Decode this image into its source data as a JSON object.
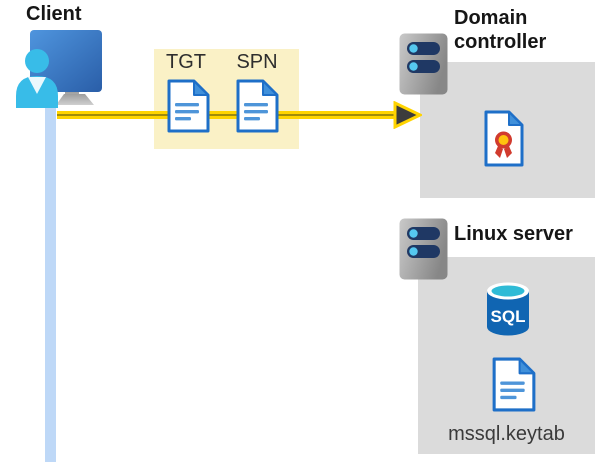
{
  "client": {
    "label": "Client"
  },
  "tickets": {
    "tgt": "TGT",
    "spn": "SPN"
  },
  "domain_controller": {
    "label": "Domain controller"
  },
  "linux_server": {
    "label": "Linux server",
    "sql_badge": "SQL",
    "keytab_filename": "mssql.keytab"
  },
  "colors": {
    "arrow_yellow": "#FFD400",
    "arrow_core": "#A08C0A",
    "ticket_box_bg": "#FAF1C6",
    "panel_gray": "#DBDBDB",
    "document_blue": "#1E6FC8",
    "document_fold_blue": "#4090DA",
    "person_cyan": "#38BCE8",
    "monitor_blue": "#3A7CC4",
    "client_link_blue": "#BED8F7",
    "sql_body_blue": "#1065B2",
    "sql_top_cyan": "#2FBBD6",
    "seal_red": "#D13B2E",
    "seal_yellow": "#FFC20E",
    "server_slot_navy": "#1F3864",
    "server_led_cyan": "#55C8F0",
    "arrowhead_dark": "#3C3C3C"
  }
}
